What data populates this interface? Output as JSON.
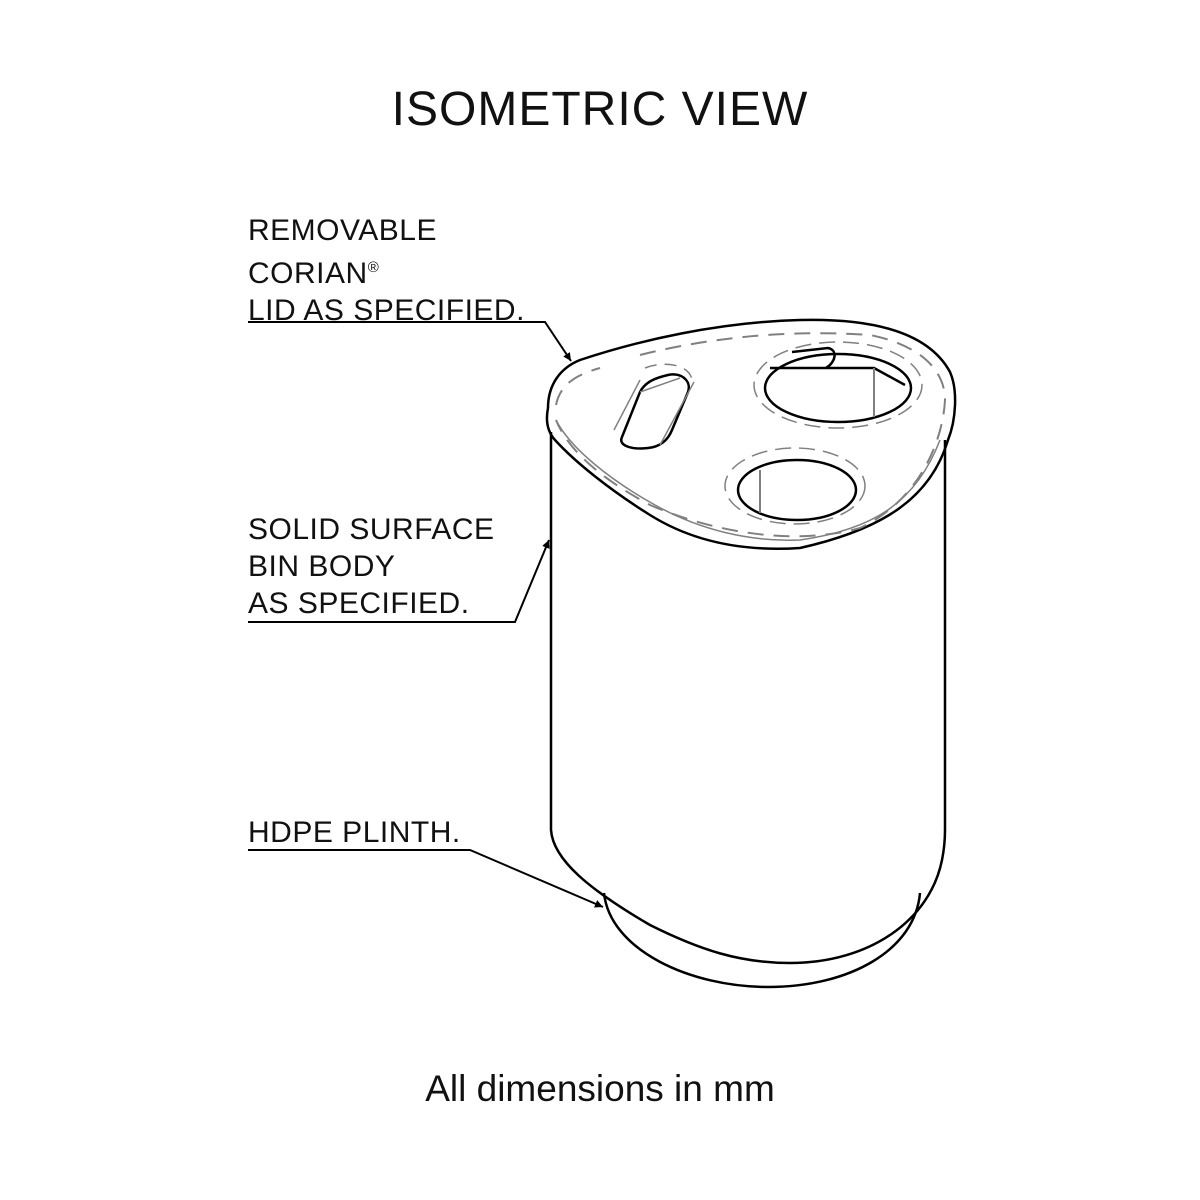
{
  "title": "ISOMETRIC VIEW",
  "callouts": {
    "lid": {
      "line1": "REMOVABLE",
      "line2": "CORIAN",
      "line2_mark": "®",
      "line3": "LID AS SPECIFIED."
    },
    "body": {
      "line1": "SOLID SURFACE",
      "line2": "BIN BODY",
      "line3": "AS SPECIFIED."
    },
    "plinth": {
      "line1": "HDPE PLINTH."
    }
  },
  "footer": "All dimensions in mm",
  "colors": {
    "line": "#000000",
    "hidden_line": "#808080",
    "background": "#ffffff"
  }
}
